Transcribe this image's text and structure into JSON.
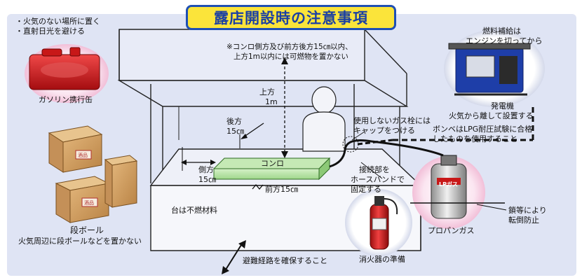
{
  "title": "露店開設時の注意事項",
  "gasoline": {
    "notes": [
      "・火気のない場所に置く",
      "・直射日光を避ける"
    ],
    "label": "ガソリン携行缶"
  },
  "cardboard": {
    "label": "段ボール",
    "note": "火気周辺に段ボールなどを置かない",
    "box_mark": "酒品"
  },
  "stove": {
    "distance_note": [
      "※コンロ側方及び前方後方15㎝以内、",
      "上方1m以内には可燃物を置かない"
    ],
    "label": "コンロ"
  },
  "dimensions": {
    "above": [
      "上方",
      "1m"
    ],
    "back": [
      "後方",
      "15㎝"
    ],
    "side": [
      "側方",
      "15㎝"
    ],
    "front": "前方15㎝"
  },
  "table_note": "台は不燃材料",
  "evacuation": "避難経路を確保すること",
  "generator": {
    "fuel_note": [
      "燃料補給は",
      "エンジンを切ってから"
    ],
    "label": "発電機",
    "note": "火気から離して設置する"
  },
  "gas": {
    "cylinder_note": [
      "ボンベはLPG耐圧試験に合格",
      "したものを使用すること"
    ],
    "cap_note": [
      "使用しないガス栓には",
      "キャップをつける"
    ],
    "hose_note": [
      "接続部を",
      "ホースバンドで",
      "固定する"
    ],
    "label": "プロパンガス",
    "chain_note": [
      "鎖等により",
      "転倒防止"
    ],
    "tank_mark": "LPガス"
  },
  "extinguisher": {
    "label": "消火器の準備"
  },
  "colors": {
    "title_bg": "#fbe43a",
    "title_text": "#1a3fa4",
    "panel_bg": "#dfe4f4",
    "hose": "#111111"
  }
}
